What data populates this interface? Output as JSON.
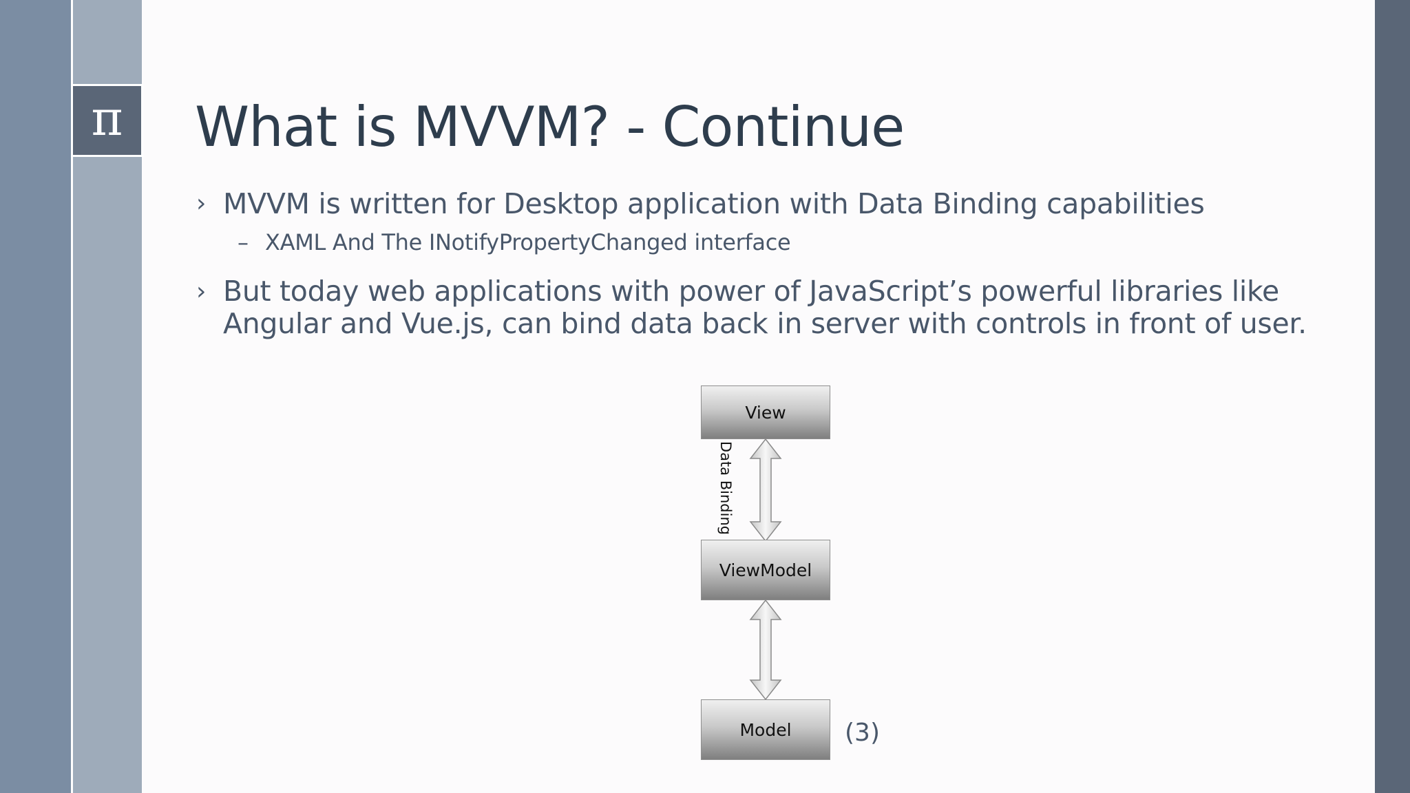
{
  "slide": {
    "logo_symbol": "π",
    "title": "What is MVVM? - Continue",
    "bullets": [
      {
        "marker": "›",
        "lines": [
          "MVVM is written for Desktop application with Data Binding capabilities"
        ],
        "sub": [
          {
            "marker": "–",
            "text": "XAML And The INotifyPropertyChanged interface"
          }
        ]
      },
      {
        "marker": "›",
        "lines": [
          "But today web applications with power of JavaScript’s powerful libraries like",
          "Angular and Vue.js, can bind data back in server with controls in front of user."
        ]
      }
    ],
    "diagram": {
      "boxes": [
        "View",
        "ViewModel",
        "Model"
      ],
      "arrow_label": "Data Binding",
      "reference": "(3)"
    },
    "colors": {
      "background": "#fcfbfc",
      "band_outer": "#7b8da3",
      "band_inner": "#9eabba",
      "band_right": "#5a6677",
      "title": "#2e3d4d",
      "body_text": "#49576a"
    }
  }
}
